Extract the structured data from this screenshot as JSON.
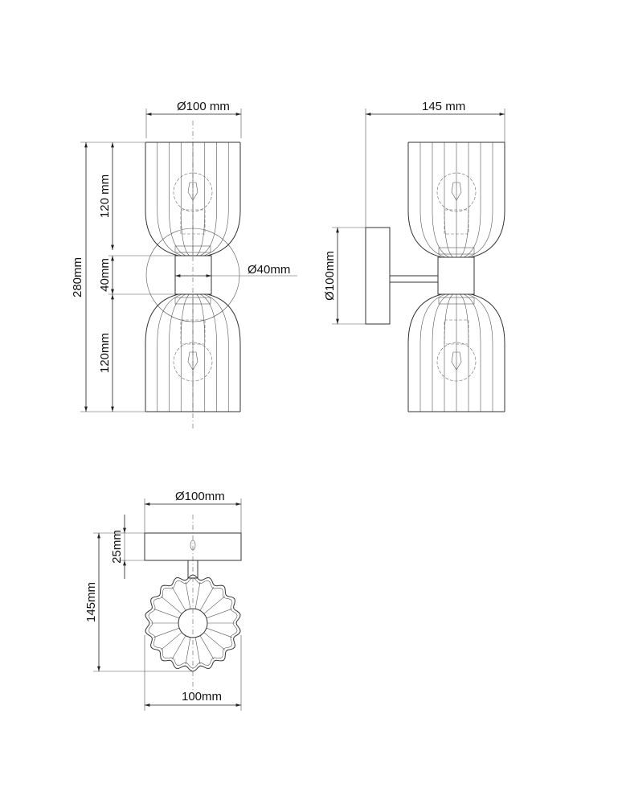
{
  "front_view": {
    "width_label": "Ø100 mm",
    "total_height_label": "280mm",
    "upper_shade_label": "120 mm",
    "middle_label": "40mm",
    "lower_shade_label": "120mm",
    "canopy_label": "Ø40mm"
  },
  "side_view": {
    "depth_label": "145 mm",
    "wall_plate_label": "Ø100mm"
  },
  "top_view": {
    "plate_label": "Ø100mm",
    "plate_thickness_label": "25mm",
    "depth_label": "145mm",
    "shade_width_label": "100mm"
  },
  "colors": {
    "line": "#333333",
    "background": "#ffffff"
  }
}
